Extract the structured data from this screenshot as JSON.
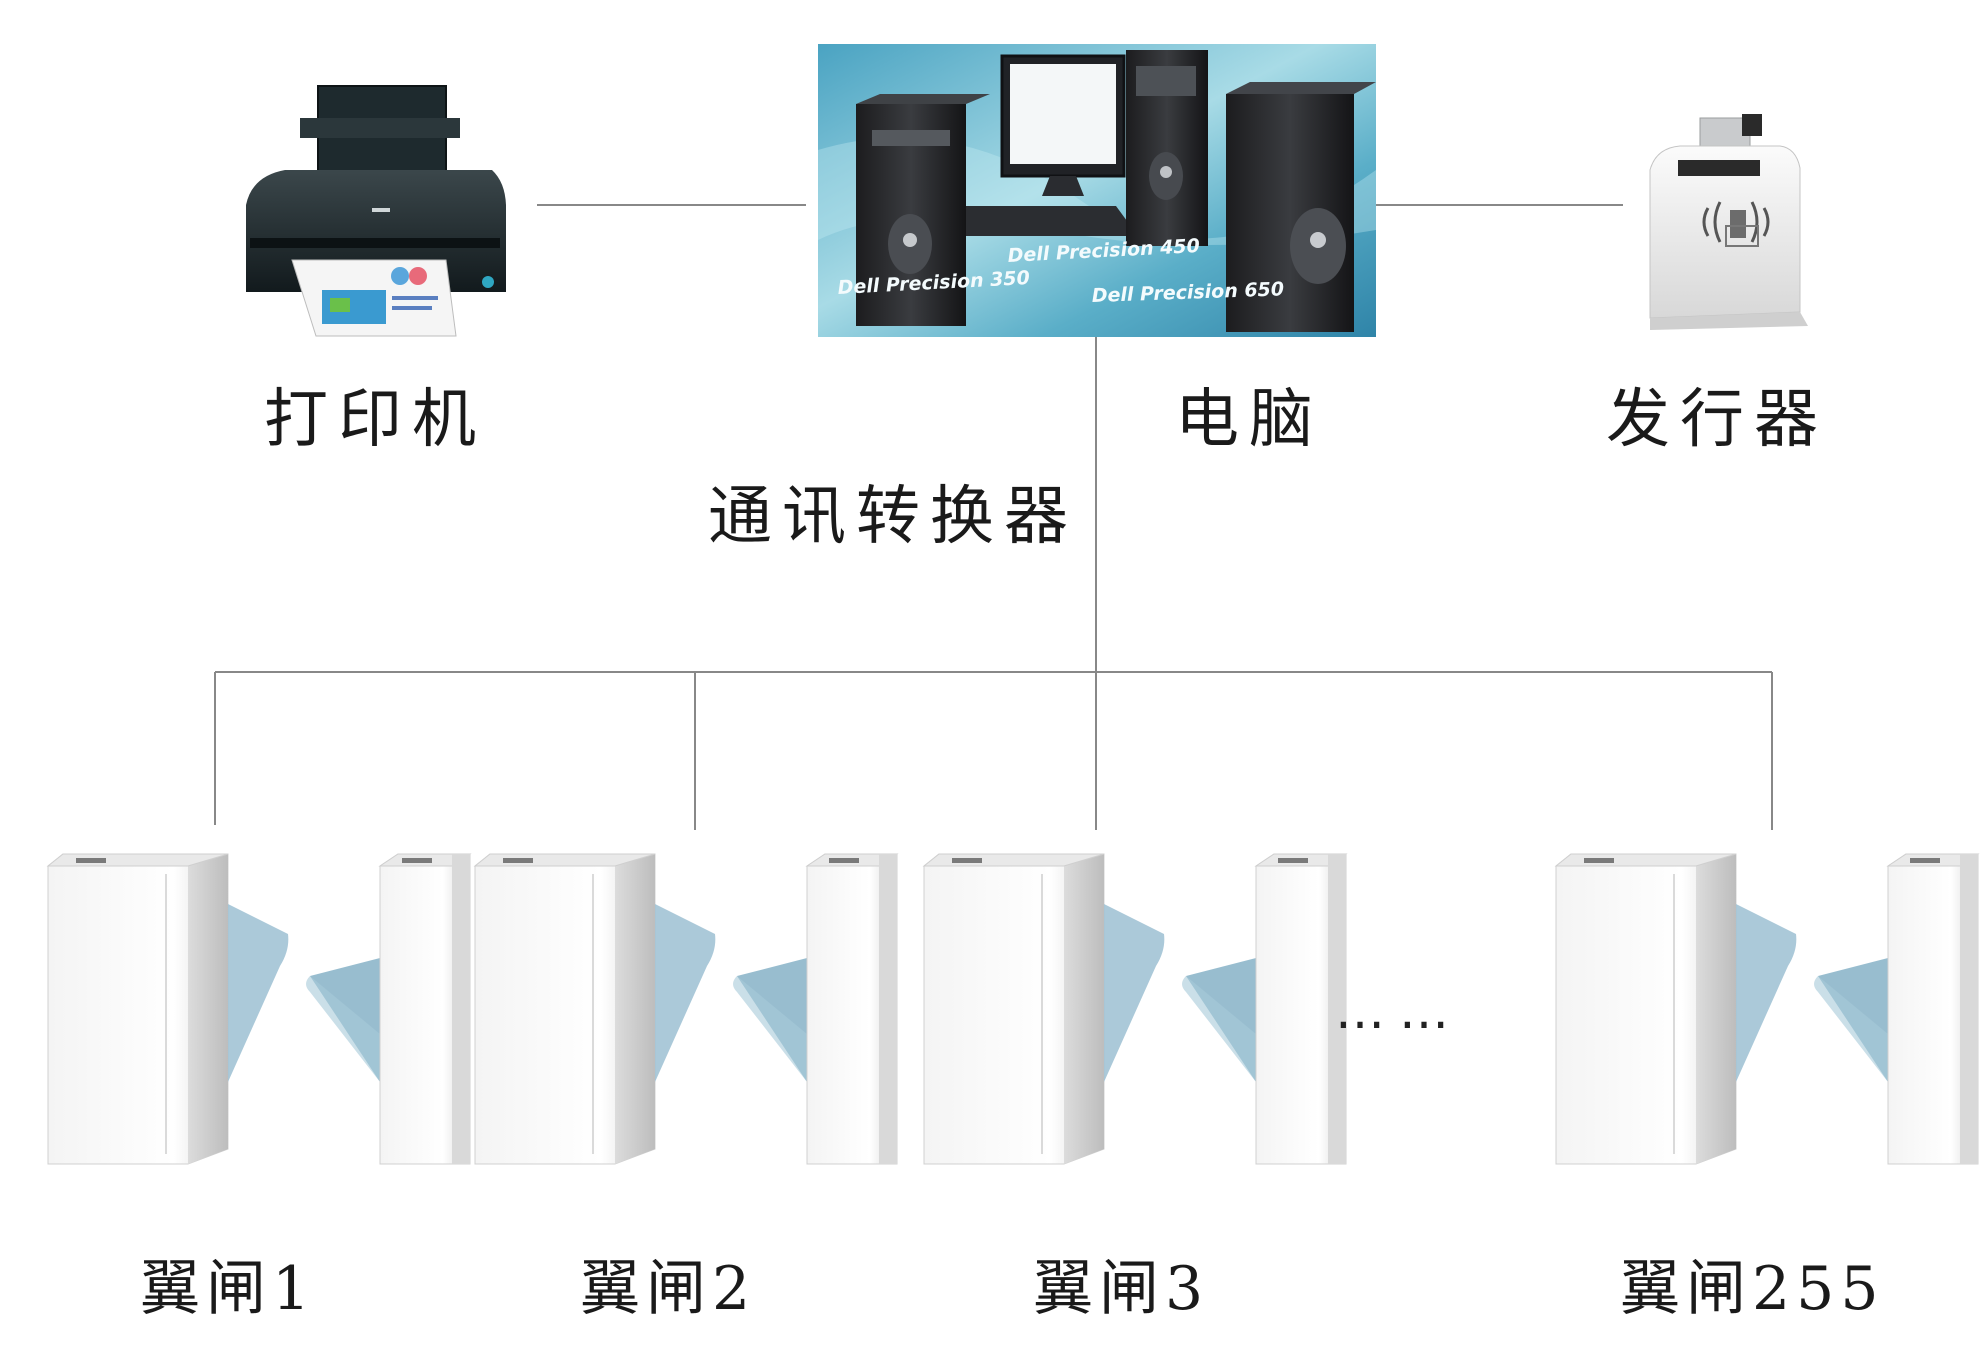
{
  "devices": {
    "printer": {
      "label": "打印机",
      "icon": "printer-icon"
    },
    "computer": {
      "label": "电脑",
      "icon": "computer-icon",
      "models": [
        "Dell Precision 350",
        "Dell Precision 450",
        "Dell Precision 650"
      ]
    },
    "issuer": {
      "label": "发行器",
      "icon": "card-issuer-icon"
    },
    "converter": {
      "label": "通讯转换器"
    }
  },
  "gates": [
    {
      "label": "翼闸1"
    },
    {
      "label": "翼闸2"
    },
    {
      "label": "翼闸3"
    },
    {
      "label": "翼闸255"
    }
  ],
  "ellipsis": "……",
  "colors": {
    "line": "#888888",
    "glass": "#8fb4c8",
    "screen_bg": "#5fb0c8"
  }
}
